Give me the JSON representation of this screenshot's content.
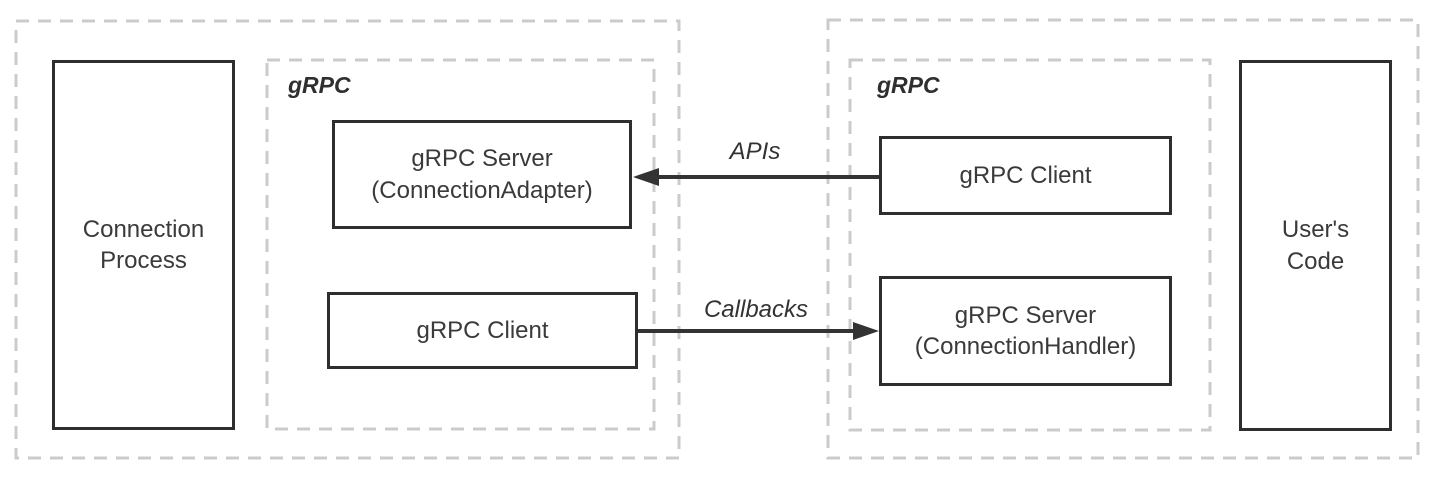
{
  "colors": {
    "background": "#ffffff",
    "solid_box_border": "#2e2e2e",
    "dashed_border": "#cbcbcb",
    "text": "#3a3a3a",
    "arrow": "#333333"
  },
  "left_section": {
    "process_box_label": "Connection Process",
    "grpc_group_label": "gRPC",
    "server_box": {
      "title": "gRPC Server",
      "subtitle": "(ConnectionAdapter)"
    },
    "client_box_label": "gRPC Client"
  },
  "right_section": {
    "grpc_group_label": "gRPC",
    "client_box_label": "gRPC Client",
    "server_box": {
      "title": "gRPC Server",
      "subtitle": "(ConnectionHandler)"
    },
    "code_box_label": "User's Code"
  },
  "arrows": [
    {
      "label": "APIs",
      "direction": "right-to-left"
    },
    {
      "label": "Callbacks",
      "direction": "left-to-right"
    }
  ]
}
